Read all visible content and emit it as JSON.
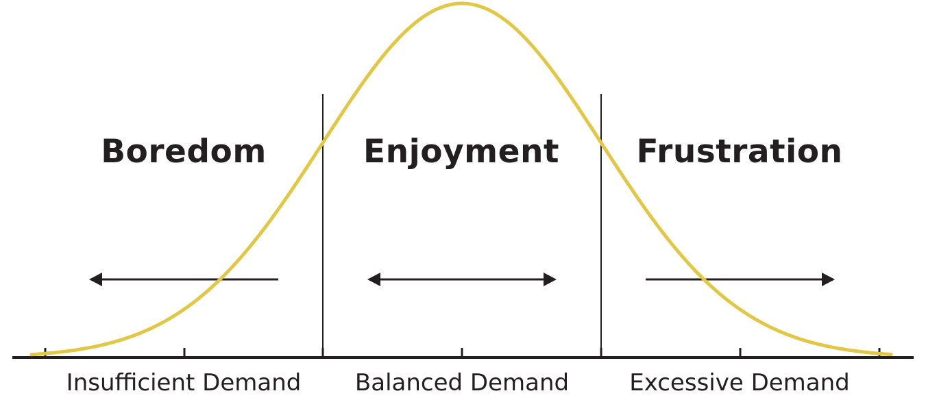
{
  "diagram": {
    "type": "flow-channel-bell-curve",
    "colors": {
      "curve": "#e2c744",
      "lines": "#231f20",
      "background": "#ffffff"
    },
    "zones": [
      {
        "title": "Boredom",
        "axis_label": "Insufficient Demand",
        "arrow": "left"
      },
      {
        "title": "Enjoyment",
        "axis_label": "Balanced Demand",
        "arrow": "both"
      },
      {
        "title": "Frustration",
        "axis_label": "Excessive Demand",
        "arrow": "right"
      }
    ],
    "axis": {
      "tick_count": 7,
      "dividers": 2
    }
  }
}
